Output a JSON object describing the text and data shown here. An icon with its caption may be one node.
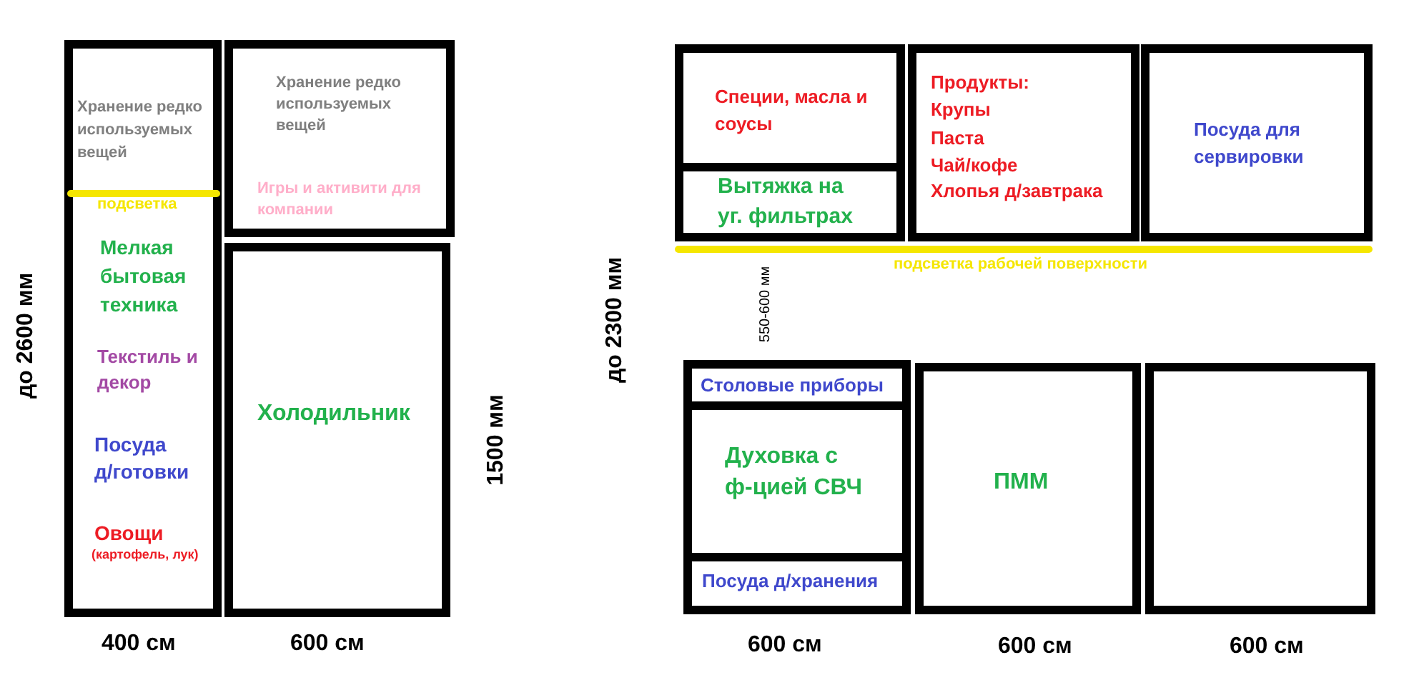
{
  "diagram": {
    "nodes": [
      {
        "text": [
          "Хранение редко используемых вещей",
          "Мелкая бытовая техника",
          "Текстиль и декор",
          "Посуда д/готовки",
          "Овощи",
          "(картофель, лук)"
        ]
      },
      {
        "text": [
          "Хранение редко используемых вещей",
          "Игры и активити для компании"
        ]
      },
      {
        "text": [
          "Холодильник"
        ]
      },
      {
        "text": [
          "Специи, масла и соусы"
        ]
      },
      {
        "text": [
          "Вытяжка на уг. фильтрах"
        ]
      },
      {
        "text": [
          "Продукты:",
          "Крупы",
          "Паста",
          "Чай/кофе",
          "Хлопья д/завтрака"
        ]
      },
      {
        "text": [
          "Посуда для сервировки"
        ]
      },
      {
        "text": [
          "Столовые приборы"
        ]
      },
      {
        "text": [
          "Духовка с ф-цией СВЧ"
        ]
      },
      {
        "text": [
          "Посуда д/хранения"
        ]
      },
      {
        "text": [
          "ПММ"
        ]
      },
      {
        "text": [],
        "shape": "box"
      }
    ],
    "labels": [
      "до 2600 мм",
      "подсветка",
      "1500 мм",
      "400 см",
      "600 см",
      "подсветка рабочей поверхности",
      "до 2300 мм",
      "550-600 мм",
      "600 см",
      "600 см",
      "600 см"
    ]
  }
}
